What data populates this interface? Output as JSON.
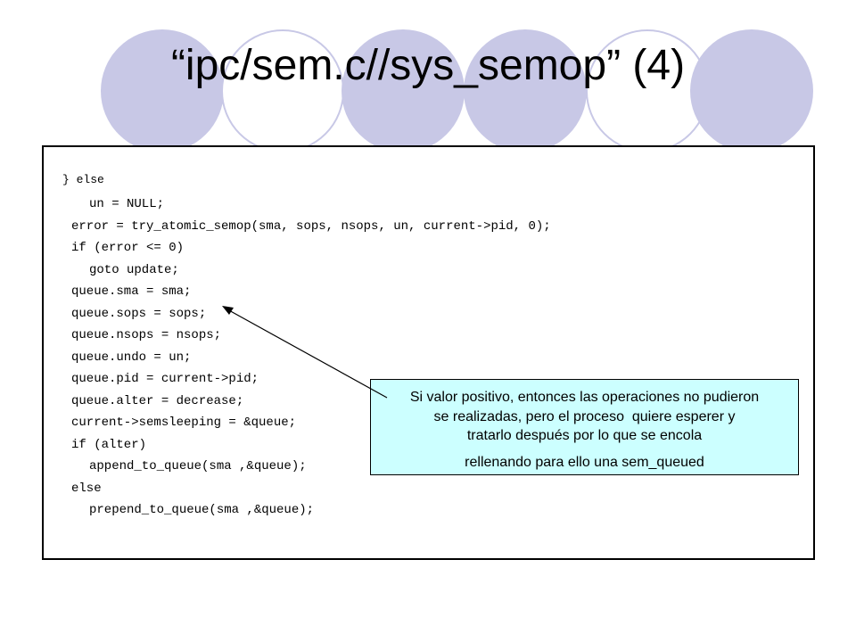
{
  "slide": {
    "title": "“ipc/sem.c//sys_semop” (4)"
  },
  "code": {
    "lines": [
      "} else",
      "un = NULL;",
      "error = try_atomic_semop(sma, sops, nsops, un, current->pid, 0);",
      "if (error <= 0)",
      "goto update;",
      "queue.sma = sma;",
      "queue.sops = sops;",
      "queue.nsops = nsops;",
      "queue.undo = un;",
      "queue.pid = current->pid;",
      "queue.alter = decrease;",
      "current->semsleeping = &queue;",
      "if (alter)",
      "append_to_queue(sma ,&queue);",
      "else",
      "prepend_to_queue(sma ,&queue);"
    ]
  },
  "callout": {
    "lines": [
      "Si valor positivo, entonces las operaciones no pudieron",
      "se realizadas, pero el proceso  quiere esperer y",
      "tratarlo después por lo que se encola",
      "rellenando para ello una sem_queued"
    ]
  },
  "colors": {
    "circle": "#c8c8e6",
    "callout_bg": "#ccffff"
  }
}
